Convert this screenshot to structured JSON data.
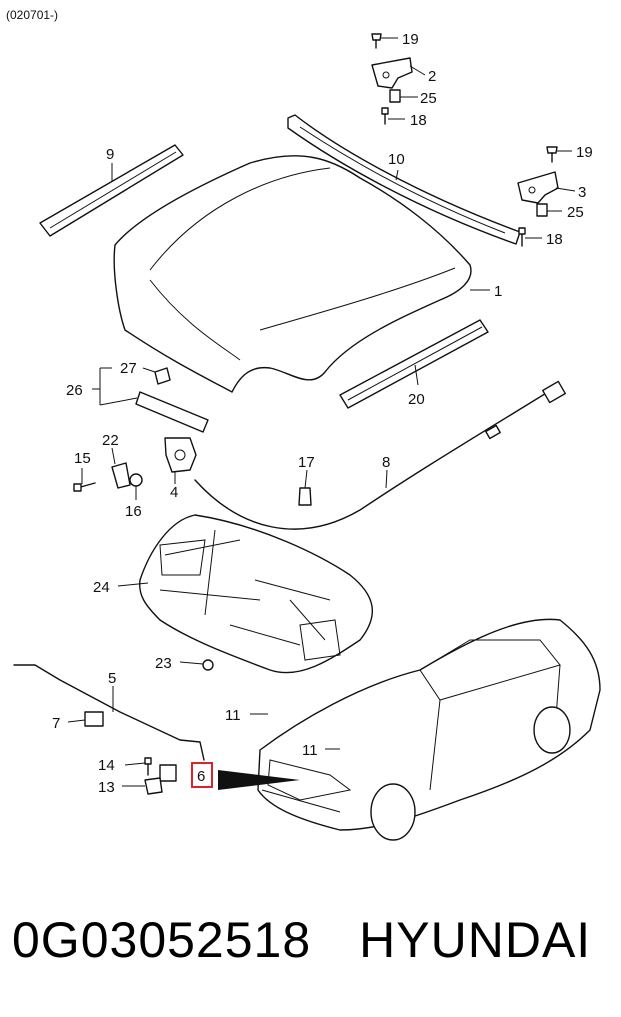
{
  "header_code": "(020701-)",
  "callouts": [
    "19",
    "2",
    "25",
    "18",
    "9",
    "10",
    "19",
    "3",
    "25",
    "18",
    "1",
    "27",
    "26",
    "20",
    "22",
    "15",
    "4",
    "16",
    "17",
    "8",
    "24",
    "23",
    "5",
    "7",
    "11",
    "11",
    "14",
    "13",
    "6"
  ],
  "highlighted_callout": "6",
  "highlight_color": "#d9232e",
  "part_number": "0G03052518",
  "brand": "HYUNDAI"
}
